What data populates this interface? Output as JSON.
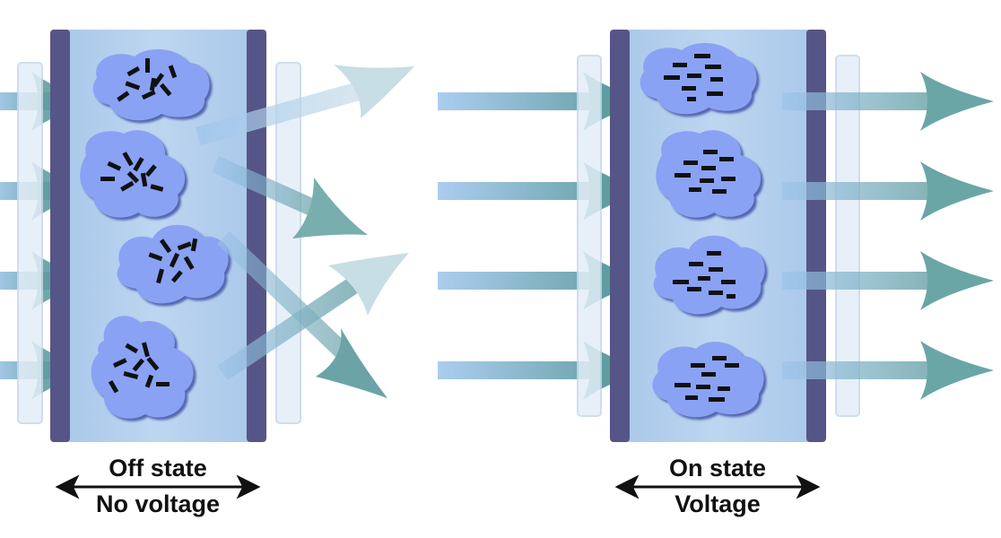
{
  "panels": [
    {
      "id": "off",
      "state_label": "Off state",
      "voltage_label": "No voltage"
    },
    {
      "id": "on",
      "state_label": "On state",
      "voltage_label": "Voltage"
    }
  ],
  "colors": {
    "background": "#ffffff",
    "cell_fill": "#b6d2ee",
    "electrode": "#565587",
    "polarizer": "#e3eef8",
    "droplet": "#8aa2f4",
    "droplet_shadow": "#5566b0",
    "liquid_crystal": "#111111",
    "arrow_start": "#9cc4ec",
    "arrow_end": "#5c9a9e",
    "text": "#111111"
  }
}
